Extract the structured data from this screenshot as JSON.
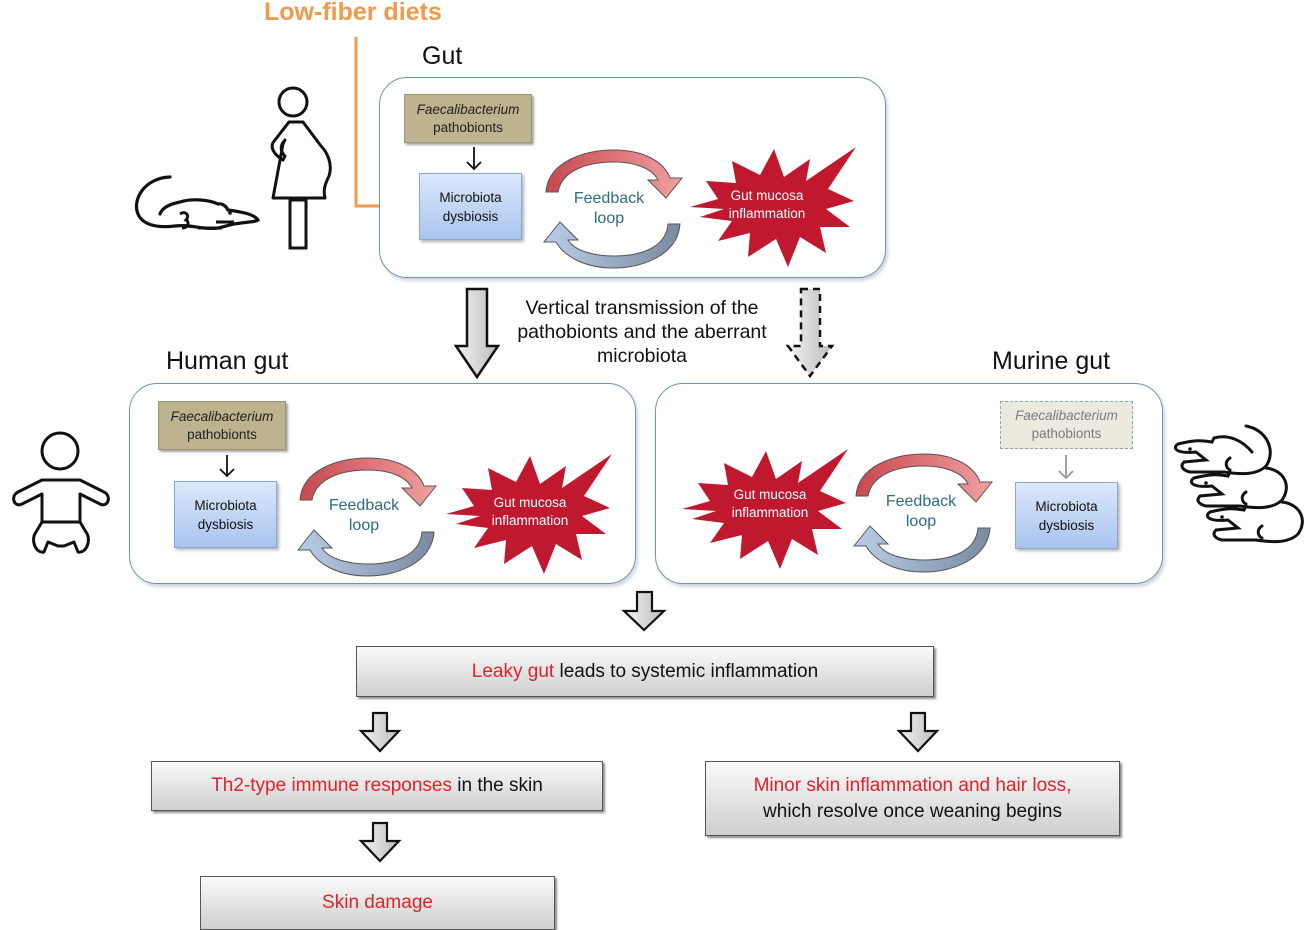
{
  "top": {
    "diet_label": "Low-fiber diets",
    "gut_label": "Gut",
    "pathobionts_genus": "Faecalibacterium",
    "pathobionts_word": "pathobionts",
    "dysbiosis_line1": "Microbiota",
    "dysbiosis_line2": "dysbiosis",
    "loop_line1": "Feedback",
    "loop_line2": "loop",
    "inflam_line1": "Gut mucosa",
    "inflam_line2": "inflammation"
  },
  "transmission": {
    "line1": "Vertical transmission of the",
    "line2": "pathobionts and the aberrant",
    "line3": "microbiota"
  },
  "human": {
    "title": "Human gut",
    "pathobionts_genus": "Faecalibacterium",
    "pathobionts_word": "pathobionts",
    "dysbiosis_line1": "Microbiota",
    "dysbiosis_line2": "dysbiosis",
    "loop_line1": "Feedback",
    "loop_line2": "loop",
    "inflam_line1": "Gut mucosa",
    "inflam_line2": "inflammation"
  },
  "murine": {
    "title": "Murine gut",
    "pathobionts_genus": "Faecalibacterium",
    "pathobionts_word": "pathobionts",
    "dysbiosis_line1": "Microbiota",
    "dysbiosis_line2": "dysbiosis",
    "loop_line1": "Feedback",
    "loop_line2": "loop",
    "inflam_line1": "Gut mucosa",
    "inflam_line2": "inflammation"
  },
  "outcomes": {
    "leaky_red": "Leaky gut",
    "leaky_rest": " leads to systemic inflammation",
    "th2_red": "Th2-type immune responses",
    "th2_rest": " in the skin",
    "skin_damage": "Skin damage",
    "minor_red": "Minor skin inflammation and hair loss,",
    "minor_rest": "which resolve once weaning begins"
  },
  "icons": {
    "mother": "pregnant-woman-icon",
    "rat": "rat-icon",
    "infant": "baby-icon",
    "mice": "mice-group-icon"
  },
  "colors": {
    "diet_accent": "#ef9a4c",
    "highlight_red": "#e2222b",
    "inflammation_red": "#c0182e",
    "loop_text": "#2f6b7f",
    "panel_border": "#6f93b5"
  }
}
